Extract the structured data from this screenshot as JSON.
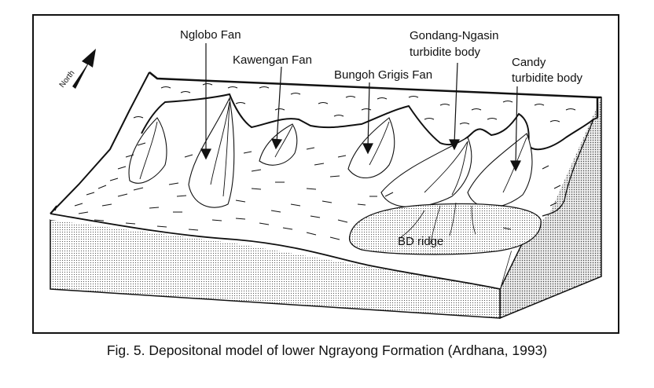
{
  "labels": {
    "nglobo_fan": "Nglobo Fan",
    "kawengan_fan": "Kawengan Fan",
    "bungoh_grigis_fan": "Bungoh Grigis Fan",
    "gondang_line1": "Gondang-Ngasin",
    "gondang_line2": "turbidite body",
    "candy_line1": "Candy",
    "candy_line2": "turbidite body",
    "bd_ridge": "BD ridge",
    "north": "North"
  },
  "caption": "Fig. 5. Depositonal model of lower Ngrayong Formation (Ardhana, 1993)"
}
